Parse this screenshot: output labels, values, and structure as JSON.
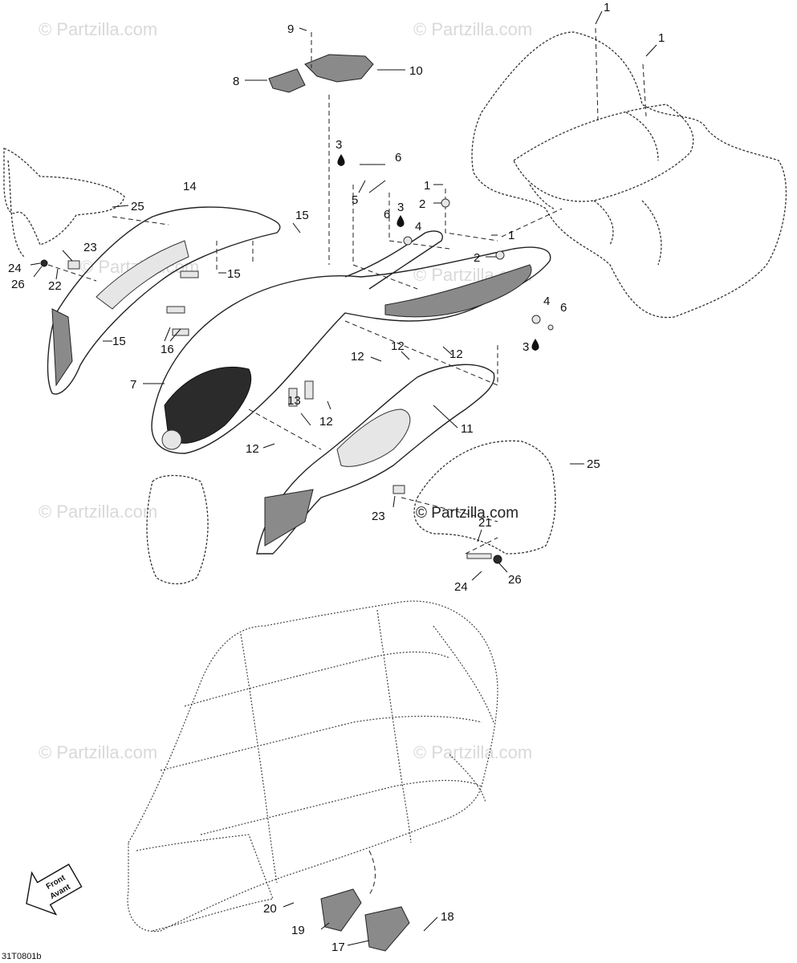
{
  "watermark": "© Partzilla.com",
  "reference_code": "31T0801b",
  "front_arrow": {
    "line1": "Front",
    "line2": "Avant"
  },
  "callouts": {
    "c1a": "1",
    "c1b": "1",
    "c1c": "1",
    "c1d": "1",
    "c2a": "2",
    "c2b": "2",
    "c3a": "3",
    "c3b": "3",
    "c3c": "3",
    "c4a": "4",
    "c4b": "4",
    "c5": "5",
    "c6a": "6",
    "c6b": "6",
    "c6c": "6",
    "c7": "7",
    "c8": "8",
    "c9": "9",
    "c10": "10",
    "c11": "11",
    "c12a": "12",
    "c12b": "12",
    "c12c": "12",
    "c12d": "12",
    "c12e": "12",
    "c13": "13",
    "c14": "14",
    "c15a": "15",
    "c15b": "15",
    "c15c": "15",
    "c16": "16",
    "c17": "17",
    "c18": "18",
    "c19": "19",
    "c20": "20",
    "c21": "21",
    "c22": "22",
    "c23a": "23",
    "c23b": "23",
    "c24a": "24",
    "c24b": "24",
    "c25a": "25",
    "c25b": "25",
    "c26a": "26",
    "c26b": "26"
  },
  "icons": [
    "sealant-drop-icon",
    "front-arrow-icon"
  ]
}
